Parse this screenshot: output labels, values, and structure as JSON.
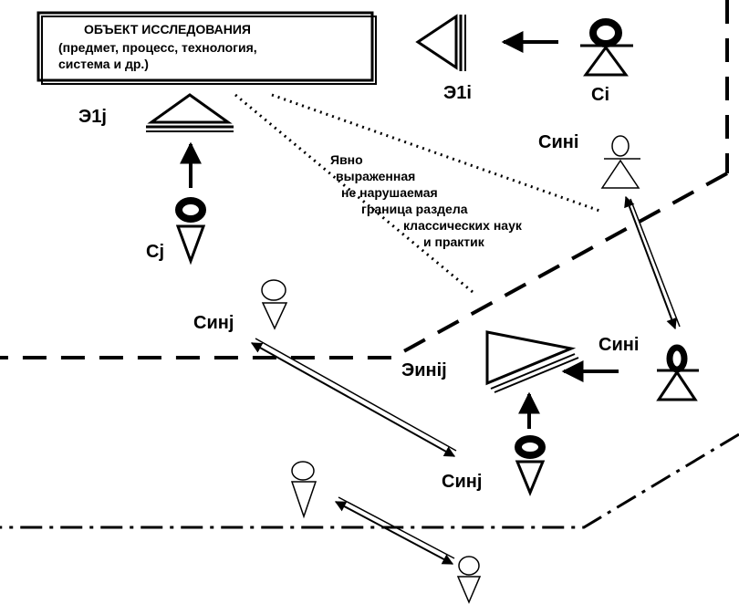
{
  "object_box": {
    "line1": "ОБЪЕКТ ИССЛЕДОВАНИЯ",
    "line2": "(предмет, процесс, технология,",
    "line3": "система и др.)"
  },
  "labels": {
    "e1i": "Э1i",
    "ci": "Ci",
    "e1j": "Э1j",
    "cj": "Cj",
    "sini_top": "Сині",
    "sinj_left": "Синj",
    "sini_right": "Сині",
    "einij": "Эиніj",
    "sinj_bottom": "Синj"
  },
  "boundary_note": {
    "line1": "Явно",
    "line2": "выраженная",
    "line3": "не нарушаемая",
    "line4": "граница раздела",
    "line5": "классических наук",
    "line6": "и практик"
  },
  "colors": {
    "ink": "#000000",
    "background": "#ffffff"
  }
}
